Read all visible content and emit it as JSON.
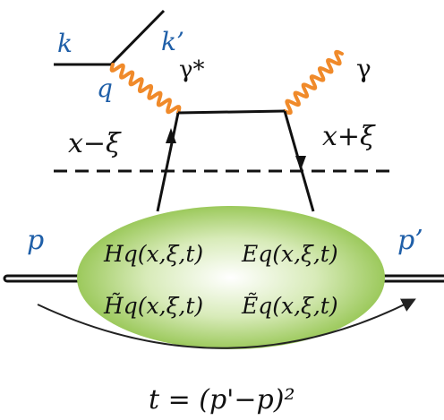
{
  "labels": {
    "k": "k",
    "k_prime": "k’",
    "q": "q",
    "gamma_star": "γ*",
    "gamma": "γ",
    "x_minus_xi": "x−ξ",
    "x_plus_xi": "x+ξ",
    "p": "p",
    "p_prime": "p’",
    "gpd_H": "Hq(x,ξ,t)",
    "gpd_E": "Eq(x,ξ,t)",
    "gpd_Htilde": "H̃q(x,ξ,t)",
    "gpd_Etilde": "Ẽq(x,ξ,t)",
    "t_formula": "t = (p'−p)²"
  },
  "colors": {
    "photon": "#f08a2a",
    "blob_center": "#ffffff",
    "blob_edge": "#9cc95c",
    "momentum_label": "#1f5fa8"
  }
}
